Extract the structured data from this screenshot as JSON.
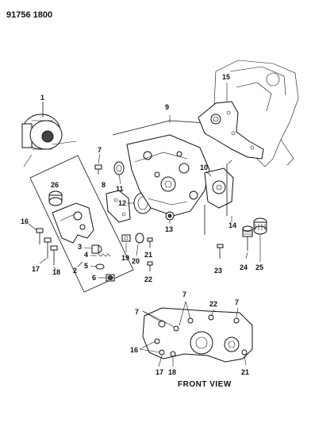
{
  "header": {
    "code": "91756 1800"
  },
  "caption": {
    "front_view": "FRONT VIEW"
  },
  "callouts": {
    "c1": "1",
    "c2": "2",
    "c3": "3",
    "c4": "4",
    "c5": "5",
    "c6": "6",
    "c7a": "7",
    "c8": "8",
    "c9": "9",
    "c10": "10",
    "c11": "11",
    "c12": "12",
    "c13": "13",
    "c14": "14",
    "c15": "15",
    "c16a": "16",
    "c17a": "17",
    "c18a": "18",
    "c19": "19",
    "c20": "20",
    "c21a": "21",
    "c22a": "22",
    "c23": "23",
    "c24": "24",
    "c25": "25",
    "c26": "26",
    "fv7a": "7",
    "fv7b": "7",
    "fv7c": "7",
    "fv22": "22",
    "fv16": "16",
    "fv17": "17",
    "fv18": "18",
    "fv21": "21"
  }
}
